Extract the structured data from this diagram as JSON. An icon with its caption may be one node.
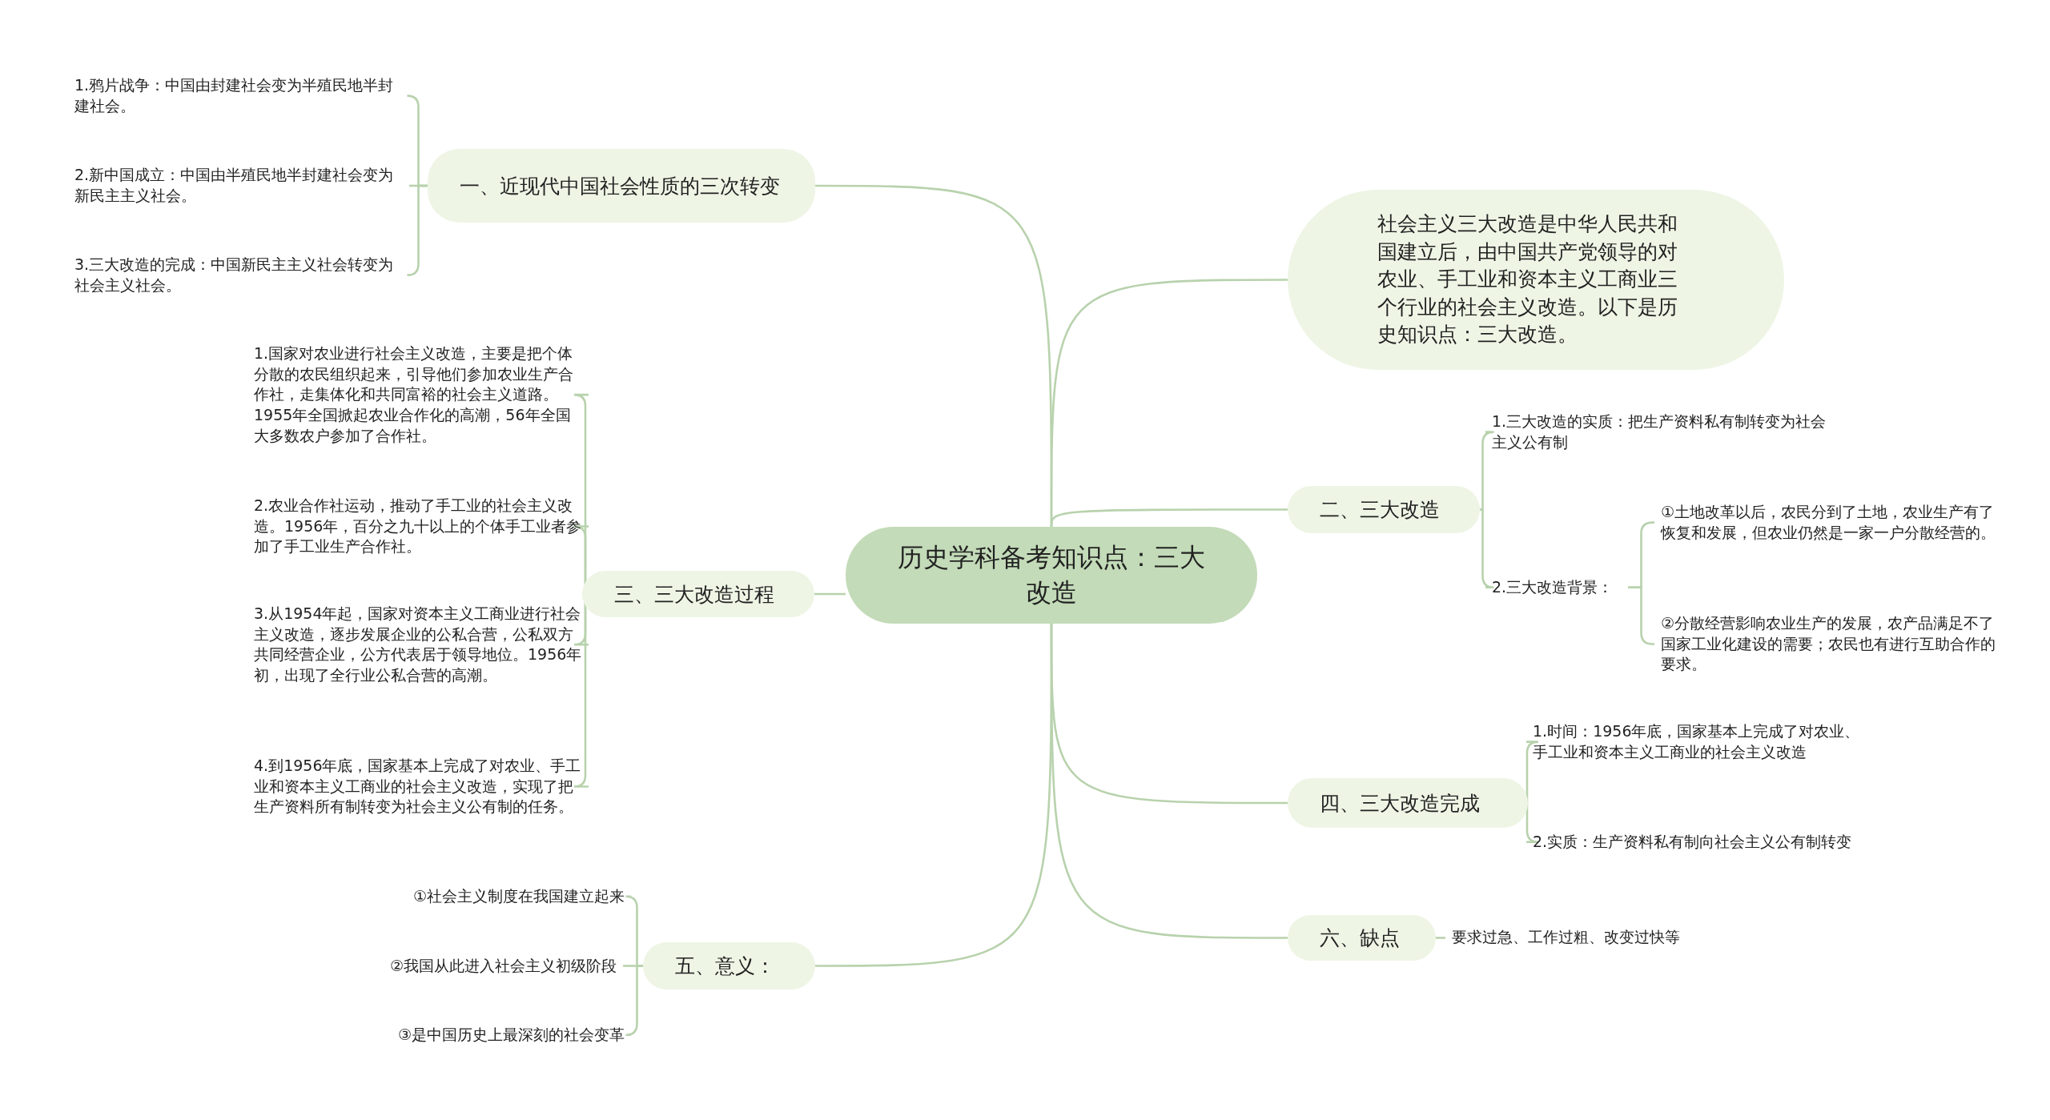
{
  "diagram": {
    "nodes": [
      {
        "text": [
          "历史学科备考知识点：三大改造"
        ]
      },
      {
        "text": [
          "一、近现代中国社会性质的三次转变"
        ]
      },
      {
        "text": [
          "1.鸦片战争：中国由封建社会变为半殖民地半封建社会。"
        ]
      },
      {
        "text": [
          "2.新中国成立：中国由半殖民地半封建社会变为新民主主义社会。"
        ]
      },
      {
        "text": [
          "3.三大改造的完成：中国新民主主义社会转变为社会主义社会。"
        ]
      },
      {
        "text": [
          "社会主义三大改造是中华人民共和国建立后，由中国共产党领导的对农业、手工业和资本主义工商业三个行业的社会主义改造。以下是历史知识点：三大改造。"
        ]
      },
      {
        "text": [
          "二、三大改造"
        ]
      },
      {
        "text": [
          "1.三大改造的实质：把生产资料私有制转变为社会主义公有制"
        ]
      },
      {
        "text": [
          "2.三大改造背景："
        ]
      },
      {
        "text": [
          "①土地改革以后，农民分到了土地，农业生产有了恢复和发展，但农业仍然是一家一户分散经营的。"
        ]
      },
      {
        "text": [
          "②分散经营影响农业生产的发展，农产品满足不了国家工业化建设的需要；农民也有进行互助合作的要求。"
        ]
      },
      {
        "text": [
          "三、三大改造过程"
        ]
      },
      {
        "text": [
          "1.国家对农业进行社会主义改造，主要是把个体分散的农民组织起来，引导他们参加农业生产合作社，走集体化和共同富裕的社会主义道路。1955年全国掀起农业合作化的高潮，56年全国大多数农户参加了合作社。"
        ]
      },
      {
        "text": [
          "2.农业合作社运动，推动了手工业的社会主义改造。1956年，百分之九十以上的个体手工业者参加了手工业生产合作社。"
        ]
      },
      {
        "text": [
          "3.从1954年起，国家对资本主义工商业进行社会主义改造，逐步发展企业的公私合营，公私双方共同经营企业，公方代表居于领导地位。1956年初，出现了全行业公私合营的高潮。"
        ]
      },
      {
        "text": [
          "4.到1956年底，国家基本上完成了对农业、手工业和资本主义工商业的社会主义改造，实现了把生产资料所有制转变为社会主义公有制的任务。"
        ]
      },
      {
        "text": [
          "四、三大改造完成"
        ]
      },
      {
        "text": [
          "1.时间：1956年底，国家基本上完成了对农业、手工业和资本主义工商业的社会主义改造"
        ]
      },
      {
        "text": [
          "2.实质：生产资料私有制向社会主义公有制转变"
        ]
      },
      {
        "text": [
          "六、缺点"
        ]
      },
      {
        "text": [
          "要求过急、工作过粗、改变过快等"
        ]
      },
      {
        "text": [
          "五、意义："
        ]
      },
      {
        "text": [
          "①社会主义制度在我国建立起来"
        ]
      },
      {
        "text": [
          "②我国从此进入社会主义初级阶段"
        ]
      },
      {
        "text": [
          "③是中国历史上最深刻的社会变革"
        ]
      }
    ],
    "edges": [
      {
        "from": 0,
        "to": 1,
        "arrow": "none"
      },
      {
        "from": 1,
        "to": 2,
        "arrow": "none"
      },
      {
        "from": 1,
        "to": 3,
        "arrow": "none"
      },
      {
        "from": 1,
        "to": 4,
        "arrow": "none"
      },
      {
        "from": 0,
        "to": 5,
        "arrow": "none"
      },
      {
        "from": 0,
        "to": 6,
        "arrow": "none"
      },
      {
        "from": 6,
        "to": 7,
        "arrow": "none"
      },
      {
        "from": 6,
        "to": 8,
        "arrow": "none"
      },
      {
        "from": 8,
        "to": 9,
        "arrow": "none"
      },
      {
        "from": 8,
        "to": 10,
        "arrow": "none"
      },
      {
        "from": 0,
        "to": 11,
        "arrow": "none"
      },
      {
        "from": 11,
        "to": 12,
        "arrow": "none"
      },
      {
        "from": 11,
        "to": 13,
        "arrow": "none"
      },
      {
        "from": 11,
        "to": 14,
        "arrow": "none"
      },
      {
        "from": 11,
        "to": 15,
        "arrow": "none"
      },
      {
        "from": 0,
        "to": 16,
        "arrow": "none"
      },
      {
        "from": 16,
        "to": 17,
        "arrow": "none"
      },
      {
        "from": 16,
        "to": 18,
        "arrow": "none"
      },
      {
        "from": 0,
        "to": 19,
        "arrow": "none"
      },
      {
        "from": 19,
        "to": 20,
        "arrow": "none"
      },
      {
        "from": 0,
        "to": 21,
        "arrow": "none"
      },
      {
        "from": 21,
        "to": 22,
        "arrow": "none"
      },
      {
        "from": 21,
        "to": 23,
        "arrow": "none"
      },
      {
        "from": 21,
        "to": 24,
        "arrow": "none"
      }
    ]
  }
}
